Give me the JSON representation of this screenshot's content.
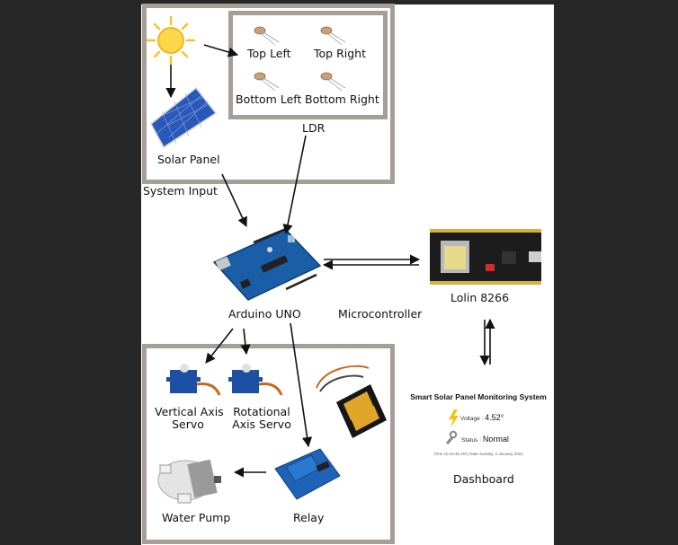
{
  "colors": {
    "frame": "#a59f98",
    "board_blue": "#1a5ea8",
    "esp_black": "#1c1c1c",
    "sun": "#f7c12b",
    "servo_blue": "#1d4fa3",
    "relay_blue": "#1f63b8"
  },
  "input_group": {
    "ldr_labels": [
      "Top Left",
      "Top Right",
      "Bottom Left",
      "Bottom Right"
    ],
    "ldr_caption": "LDR",
    "solar_label": "Solar Panel",
    "caption": "System Input"
  },
  "controller": {
    "arduino_label": "Arduino UNO",
    "middle_caption": "Microcontroller",
    "lolin_label": "Lolin 8266"
  },
  "output_group": {
    "vservo_label": "Vertical Axis\nServo",
    "rservo_label": "Rotational\nAxis Servo",
    "pump_label": "Water Pump",
    "relay_label": "Relay"
  },
  "dashboard": {
    "title": "Smart Solar Panel Monitoring System",
    "voltage_label": "Voltage :",
    "voltage_value": "4.52",
    "voltage_unit": "V",
    "status_label": "Status :",
    "status_value": "Normal",
    "footer": "Time 10:44:46 AM   |   Date Sunday, 2 January 2022",
    "caption": "Dashboard"
  },
  "icons": [
    "sun-icon",
    "solar-panel-icon",
    "ldr-sensor-icon",
    "arduino-board-icon",
    "esp8266-board-icon",
    "servo-icon",
    "water-pump-icon",
    "relay-icon",
    "battery-icon",
    "bolt-icon",
    "wrench-icon"
  ]
}
